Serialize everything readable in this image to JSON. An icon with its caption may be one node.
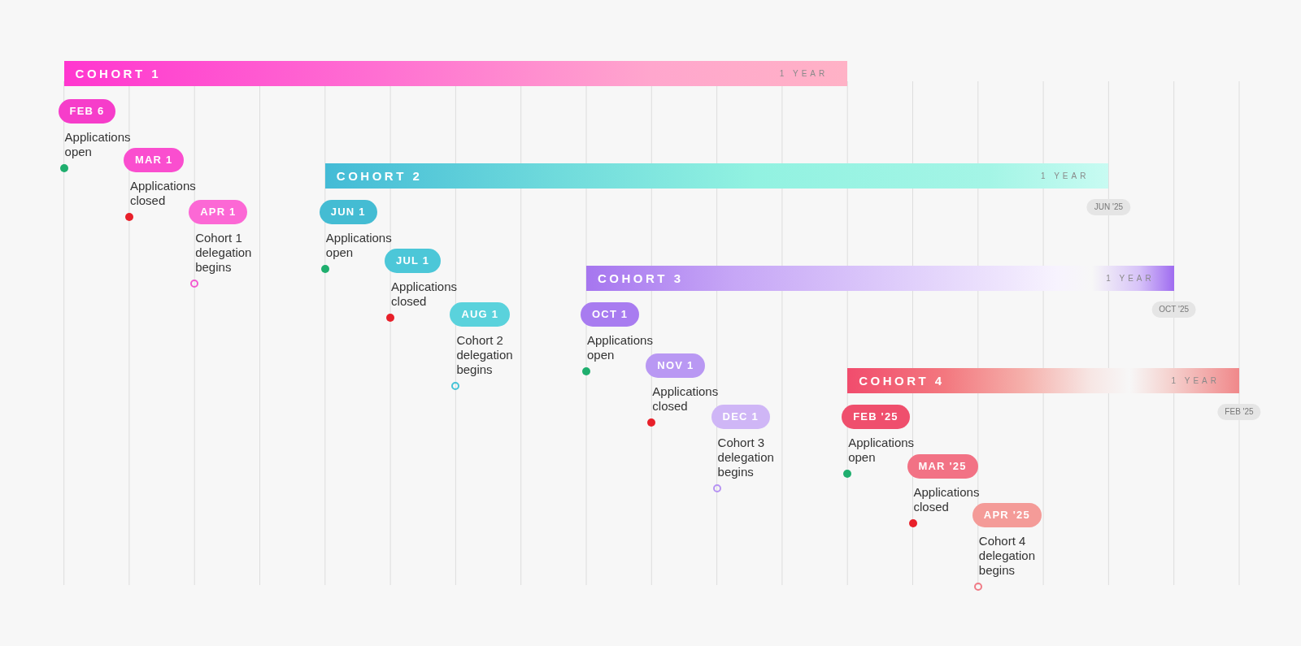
{
  "diagram": {
    "nodes": [
      {
        "text": [
          "COHORT 1",
          "1 YEAR"
        ]
      },
      {
        "text": [
          "FEB 6",
          "Applications open"
        ]
      },
      {
        "text": [
          "MAR 1",
          "Applications closed"
        ]
      },
      {
        "text": [
          "APR 1",
          "Cohort 1 delegation begins"
        ]
      },
      {
        "text": [
          "COHORT 2",
          "1 YEAR"
        ],
        "beside": [
          "JUN '25"
        ]
      },
      {
        "text": [
          "JUN 1",
          "Applications open"
        ]
      },
      {
        "text": [
          "JUL 1",
          "Applications closed"
        ]
      },
      {
        "text": [
          "AUG 1",
          "Cohort 2 delegation begins"
        ]
      },
      {
        "text": [
          "COHORT 3",
          "1 YEAR"
        ],
        "beside": [
          "OCT '25"
        ]
      },
      {
        "text": [
          "OCT 1",
          "Applications open"
        ]
      },
      {
        "text": [
          "NOV 1",
          "Applications closed"
        ]
      },
      {
        "text": [
          "DEC 1",
          "Cohort 3 delegation begins"
        ]
      },
      {
        "text": [
          "COHORT 4",
          "1 YEAR"
        ],
        "beside": [
          "FEB '25"
        ]
      },
      {
        "text": [
          "FEB '25",
          "Applications open"
        ]
      },
      {
        "text": [
          "MAR '25",
          "Applications closed"
        ]
      },
      {
        "text": [
          "APR '25",
          "Cohort 4 delegation begins"
        ]
      }
    ],
    "edges": []
  }
}
